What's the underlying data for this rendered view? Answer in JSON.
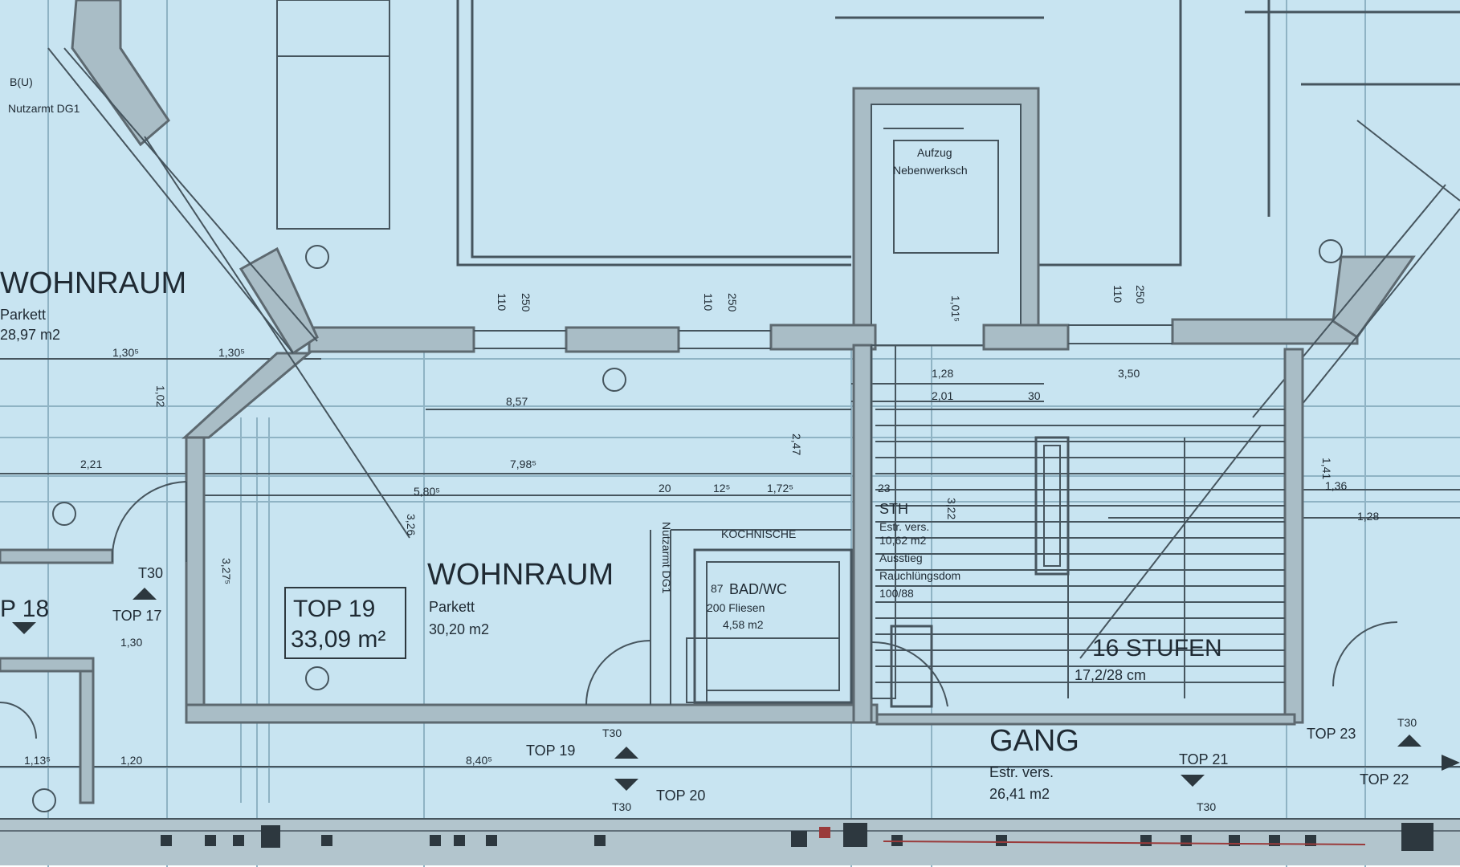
{
  "colors": {
    "paper": "#c8e4f1",
    "wall_fill": "#a9bdc6",
    "wall_dark": "#5d6970",
    "line": "#46555e",
    "text": "#1f2a33",
    "grid": "#8fb3c4"
  },
  "rooms": {
    "wohnraum_left": {
      "name": "WOHNRAUM",
      "floor": "Parkett",
      "area": "28,97 m2"
    },
    "wohnraum_main": {
      "name": "WOHNRAUM",
      "floor": "Parkett",
      "area": "30,20 m2"
    },
    "gang": {
      "name": "GANG",
      "floor": "Estr. vers.",
      "area": "26,41 m2"
    },
    "sth": {
      "name": "STH",
      "floor": "Estr. vers.",
      "area": "10,62 m2",
      "note1": "Ausstieg",
      "note2": "Rauchlüngsdom",
      "note3": "100/88"
    },
    "bad": {
      "name": "BAD/WC",
      "size": "87",
      "floor": "200 Fliesen",
      "area": "4,58 m2"
    },
    "kochnische": {
      "name": "KOCHNISCHE"
    },
    "aufzug": {
      "line1": "Aufzug",
      "line2": "Nebenwerksch"
    }
  },
  "units": {
    "top19_box": {
      "line1": "TOP 19",
      "line2": "33,09 m²"
    },
    "top17": "TOP 17",
    "top18": "P 18",
    "top19": "TOP 19",
    "top20": "TOP 20",
    "top21": "TOP 21",
    "top22": "TOP 22",
    "top23": "TOP 23",
    "t30": "T30"
  },
  "stairs": {
    "label": "16 STUFEN",
    "dim": "17,2/28 cm"
  },
  "notes": {
    "nutzarmt": "Nutzarmt DG1",
    "dg1": "Nutzarmt DG1",
    "b_u": "B(U)"
  },
  "dimensions": {
    "d857": "8,57",
    "d798": "7,98⁵",
    "d580": "5,80⁵",
    "d221": "2,21",
    "d130a": "1,30⁵",
    "d130b": "1,30⁵",
    "d130c": "1,30",
    "d120": "1,20",
    "d113": "1,13⁵",
    "d840": "8,40⁵",
    "d128": "1,28",
    "d201": "2,01",
    "d30": "30",
    "d350": "3,50",
    "d172": "1,72⁵",
    "d12": "12⁵",
    "d20": "20",
    "d23": "23",
    "d110a": "110",
    "d250a": "250",
    "d110b": "110",
    "d250b": "250",
    "d110c": "110",
    "d250c": "250",
    "d327": "3,27⁵",
    "d326": "3,26",
    "d247": "2,47",
    "d102": "1,02",
    "d322": "3,22",
    "d141": "1,41",
    "d136": "1,36",
    "d128b": "1,28",
    "d101": "1,01⁵"
  }
}
